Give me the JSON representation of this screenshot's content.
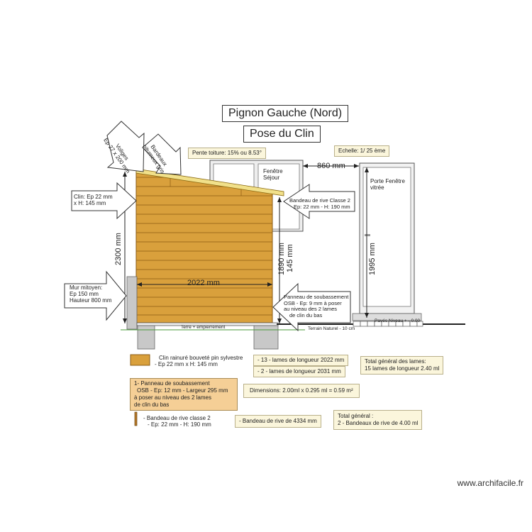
{
  "titles": {
    "main": "Pignon Gauche (Nord)",
    "sub": "Pose du Clin"
  },
  "notes": {
    "pente": "Pente toiture: 15% ou 8.53°",
    "echelle": "Echelle: 1/ 25 ème",
    "dim_860": "860 mm",
    "fenetre_line1": "Fenêtre",
    "fenetre_line2": "Séjour",
    "porte_line1": "Porte Fenêtre",
    "porte_line2": "vitrée",
    "voliges_line1": "Voliges",
    "voliges_line2": "Ep 27 x 200 mm",
    "bardeaux_line1": "Bardeaux",
    "bardeaux_line2": "bitumeux gris",
    "clin_arrow_line1": "Clin: Ep 22 mm",
    "clin_arrow_line2": "x H: 145 mm",
    "bandeau_arrow_line1": "Bandeau de rive Classe 2",
    "bandeau_arrow_line2": "Ep: 22 mm - H: 190 mm",
    "mur_line1": "Mur mitoyen:",
    "mur_line2": "Ep 150 mm",
    "mur_line3": "Hauteur 800 mm",
    "panneau_arrow_line1": "Panneau de soubassement",
    "panneau_arrow_line2": "OSB  - Ep: 9 mm à poser",
    "panneau_arrow_line3": "au niveau  des 2 lames",
    "panneau_arrow_line4": "de  clin du bas",
    "dim_2300": "2300 mm",
    "dim_1890": "1890 mm",
    "dim_145": "145 mm",
    "dim_1995": "1995 mm",
    "dim_2022": "2022 mm",
    "terre": "Terre + empierrement",
    "terrain": "Terrain Naturel - 10 cm",
    "paves": "Pavés Niveau + - 0.00"
  },
  "legend": {
    "clin_line1": "Clin rainuré bouveté pin sylvestre",
    "clin_line2": "-  Ep 22 mm  x H: 145 mm",
    "lames13": "- 13 - lames de longueur 2022 mm",
    "lames2": "- 2 - lames de longueur 2031 mm",
    "total_lames_line1": "Total général des lames:",
    "total_lames_line2": "15 lames de longueur 2.40 ml",
    "osb_line1": "1- Panneau de soubassement",
    "osb_line2": "OSB - Ep: 12 mm - Largeur 295 mm",
    "osb_line3": "à poser au niveau des 2 lames",
    "osb_line4": "de clin du bas",
    "dimensions": "Dimensions: 2.00ml x 0.295 ml = 0.59 m²",
    "bandeau_line1": "- Bandeau de rive classe 2",
    "bandeau_line2": "- Ep: 22 mm - H: 190 mm",
    "bandeau_4334": "- Bandeau de rive de 4334 mm",
    "total_bandeau_line1": "Total général :",
    "total_bandeau_line2": "2 - Bandeaux de rive de 4.00 ml"
  },
  "footer": "www.archifacile.fr",
  "colors": {
    "wood": "#d9a03c",
    "wood_line": "#8a5a12",
    "note_bg": "#fbf6dc",
    "orange_bg": "#f5cf96",
    "grey": "#c8c8c8",
    "ground_green": "#4a9a3a"
  }
}
